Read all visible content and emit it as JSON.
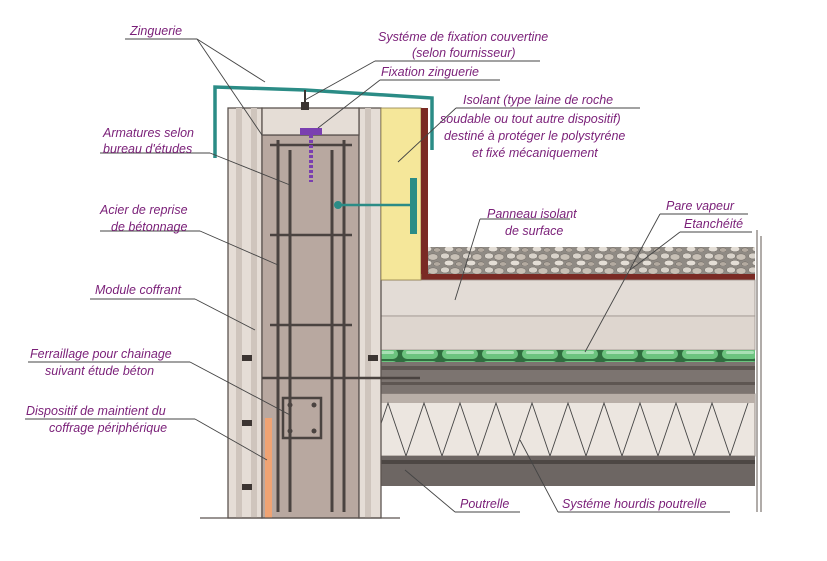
{
  "labels": {
    "zinguerie": "Zinguerie",
    "fixation_couvertine_1": "Systéme de fixation couvertine",
    "fixation_couvertine_2": "(selon fournisseur)",
    "fixation_zinguerie": "Fixation zinguerie",
    "isolant_1": "Isolant (type laine de roche",
    "isolant_2": "soudable ou tout autre dispositif)",
    "isolant_3": "destiné à protéger le polystyréne",
    "isolant_4": "et fixé mécaniquement",
    "armatures_1": "Armatures selon",
    "armatures_2": "bureau d'études",
    "acier_1": "Acier de reprise",
    "acier_2": "de bétonnage",
    "module": "Module coffrant",
    "ferraillage_1": "Ferraillage pour chainage",
    "ferraillage_2": "suivant étude béton",
    "dispositif_1": "Dispositif de maintient du",
    "dispositif_2": "coffrage périphérique",
    "panneau_1": "Panneau isolant",
    "panneau_2": "de surface",
    "pare_vapeur": "Pare vapeur",
    "etancheite": "Etanchéité",
    "poutrelle": "Poutrelle",
    "hourdis": "Systéme hourdis poutrelle"
  },
  "colors": {
    "label_text": "#7a1f78",
    "couvertine": "#2b8c86",
    "insulation": "#f5e79a",
    "membrane": "#7a2a24",
    "green_cells": "#56b46b",
    "concrete": "#b8a8a0",
    "wall_block": "#e5ddd6"
  }
}
